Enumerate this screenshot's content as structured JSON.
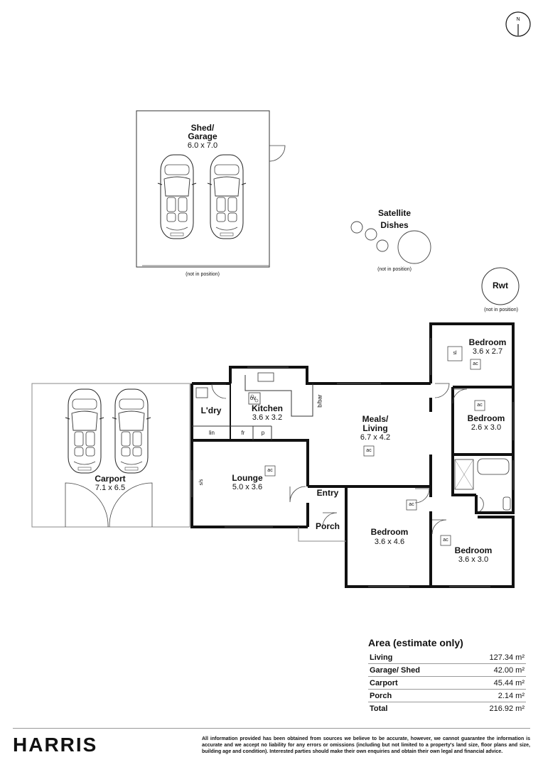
{
  "compass": {
    "north": "N"
  },
  "rooms": {
    "shed": {
      "name": "Shed/\nGarage",
      "name_line1": "Shed/",
      "name_line2": "Garage",
      "dims": "6.0 x 7.0",
      "note": "(not in position)"
    },
    "satellite": {
      "name_line1": "Satellite",
      "name_line2": "Dishes",
      "note": "(not in position)"
    },
    "rwt": {
      "name": "Rwt",
      "note": "(not in position)"
    },
    "carport": {
      "name": "Carport",
      "dims": "7.1 x 6.5"
    },
    "laundry": {
      "name": "L'dry",
      "lin": "lin"
    },
    "kitchen": {
      "name": "Kitchen",
      "dims": "3.6 x 3.2",
      "ov": "ov",
      "fr": "fr",
      "p": "p",
      "bbar": "b/bar"
    },
    "meals": {
      "name_line1": "Meals/",
      "name_line2": "Living",
      "dims": "6.7 x 4.2",
      "ac": "ac"
    },
    "lounge": {
      "name": "Lounge",
      "dims": "5.0 x 3.6",
      "ac": "ac",
      "ss": "s/s"
    },
    "entry": {
      "name": "Entry"
    },
    "porch": {
      "name": "Porch"
    },
    "bedroom1": {
      "name": "Bedroom",
      "dims": "3.6 x 2.7",
      "sl": "sl",
      "ac": "ac"
    },
    "bedroom2": {
      "name": "Bedroom",
      "dims": "2.6 x 3.0",
      "ac": "ac"
    },
    "bedroom3": {
      "name": "Bedroom",
      "dims": "3.6 x 4.6",
      "ac": "ac"
    },
    "bedroom4": {
      "name": "Bedroom",
      "dims": "3.6 x 3.0",
      "ac": "ac"
    }
  },
  "area": {
    "title": "Area (estimate only)",
    "rows": [
      {
        "label": "Living",
        "value": "127.34 m²"
      },
      {
        "label": "Garage/ Shed",
        "value": "42.00 m²"
      },
      {
        "label": "Carport",
        "value": "45.44 m²"
      },
      {
        "label": "Porch",
        "value": "2.14 m²"
      },
      {
        "label": "Total",
        "value": "216.92 m²"
      }
    ]
  },
  "footer": {
    "logo": "HARRIS",
    "disclaimer": "All information provided has been obtained from sources we believe to be accurate, however, we cannot guarantee the information is accurate and we accept no liability for any errors or omissions (including but not limited to a property's land size, floor plans and size, building age and condition). Interested parties should make their own enquiries and obtain their own legal and financial advice."
  }
}
